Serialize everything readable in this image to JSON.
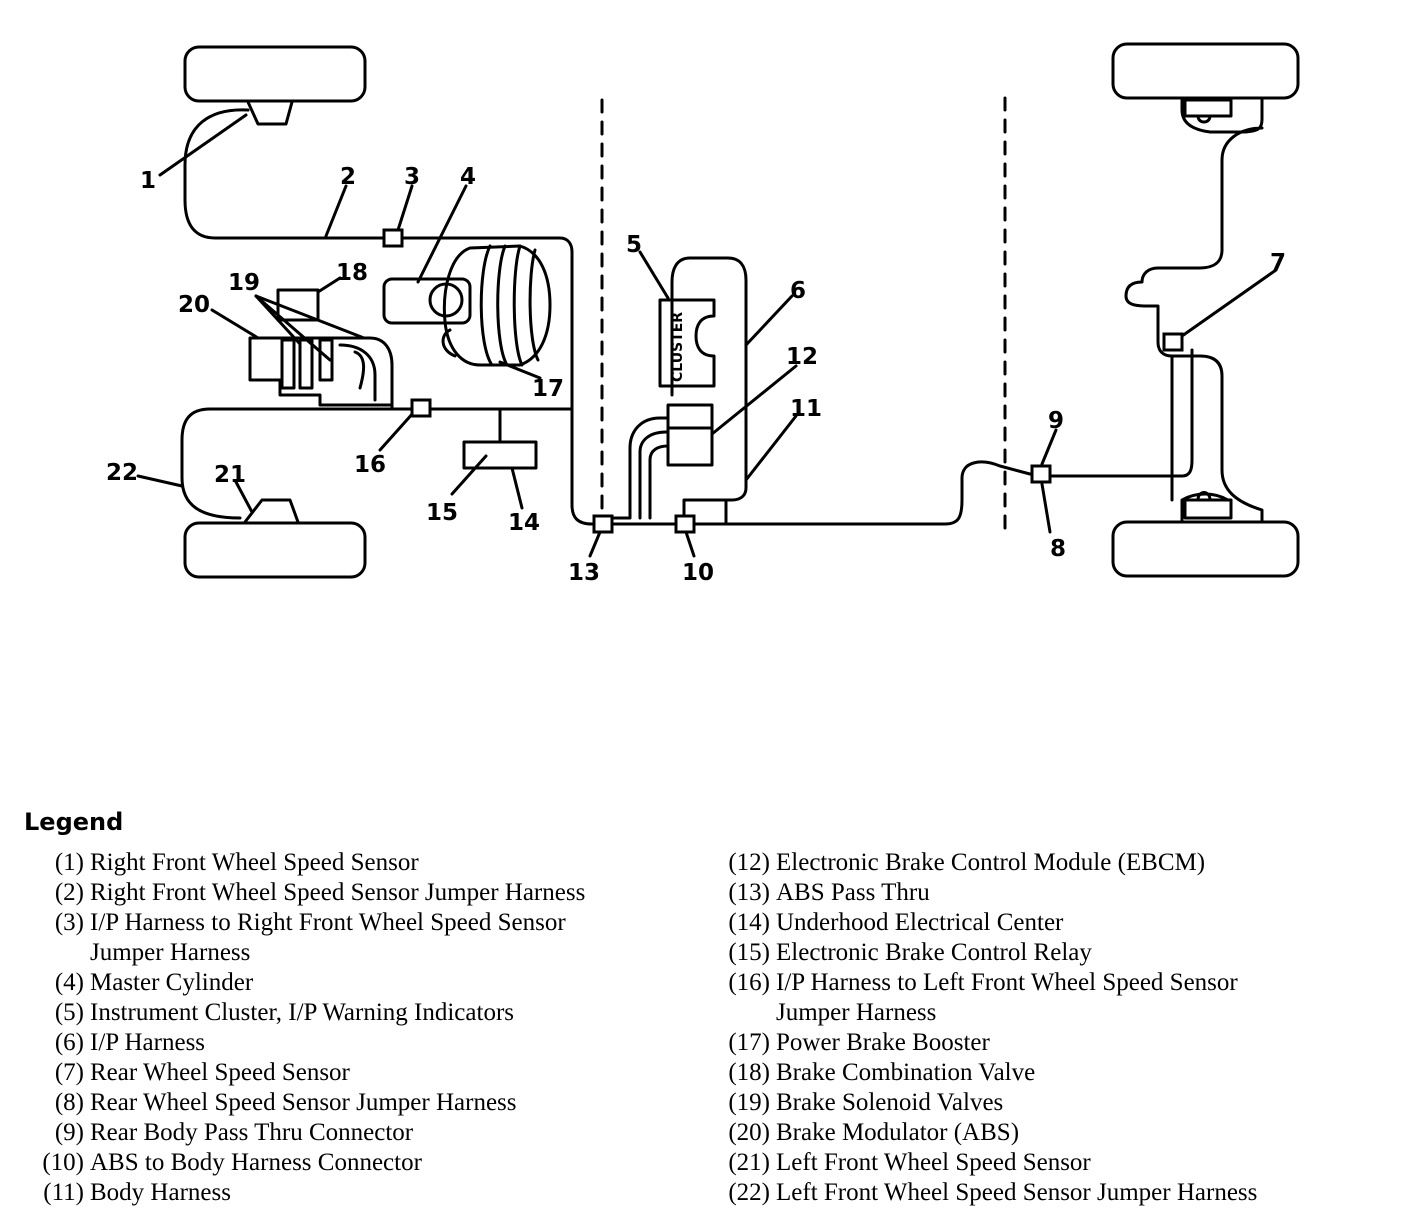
{
  "callouts": {
    "c1": "1",
    "c2": "2",
    "c3": "3",
    "c4": "4",
    "c5": "5",
    "c6": "6",
    "c7": "7",
    "c8": "8",
    "c9": "9",
    "c10": "10",
    "c11": "11",
    "c12": "12",
    "c13": "13",
    "c14": "14",
    "c15": "15",
    "c16": "16",
    "c17": "17",
    "c18": "18",
    "c19": "19",
    "c20": "20",
    "c21": "21",
    "c22": "22"
  },
  "cluster_label": "CLUSTER",
  "legend": {
    "title": "Legend",
    "left": [
      {
        "num": "(1)",
        "text": "Right Front Wheel Speed Sensor"
      },
      {
        "num": "(2)",
        "text": "Right Front Wheel Speed Sensor Jumper Harness"
      },
      {
        "num": "(3)",
        "text": "I/P Harness to Right Front Wheel Speed Sensor",
        "cont": "Jumper Harness"
      },
      {
        "num": "(4)",
        "text": "Master Cylinder"
      },
      {
        "num": "(5)",
        "text": "Instrument Cluster, I/P Warning Indicators"
      },
      {
        "num": "(6)",
        "text": "I/P Harness"
      },
      {
        "num": "(7)",
        "text": "Rear Wheel Speed Sensor"
      },
      {
        "num": "(8)",
        "text": "Rear Wheel Speed Sensor Jumper Harness"
      },
      {
        "num": "(9)",
        "text": "Rear Body Pass Thru Connector"
      },
      {
        "num": "(10)",
        "text": "ABS to Body Harness Connector"
      },
      {
        "num": "(11)",
        "text": "Body Harness"
      }
    ],
    "right": [
      {
        "num": "(12)",
        "text": "Electronic Brake Control Module (EBCM)"
      },
      {
        "num": "(13)",
        "text": "ABS Pass Thru"
      },
      {
        "num": "(14)",
        "text": "Underhood Electrical Center"
      },
      {
        "num": "(15)",
        "text": "Electronic Brake Control Relay"
      },
      {
        "num": "(16)",
        "text": "I/P Harness to Left Front Wheel Speed Sensor",
        "cont": "Jumper Harness"
      },
      {
        "num": "(17)",
        "text": "Power Brake Booster"
      },
      {
        "num": "(18)",
        "text": "Brake Combination Valve"
      },
      {
        "num": "(19)",
        "text": "Brake Solenoid Valves"
      },
      {
        "num": "(20)",
        "text": "Brake Modulator (ABS)"
      },
      {
        "num": "(21)",
        "text": "Left Front Wheel Speed Sensor"
      },
      {
        "num": "(22)",
        "text": "Left Front Wheel Speed Sensor Jumper Harness"
      }
    ]
  }
}
